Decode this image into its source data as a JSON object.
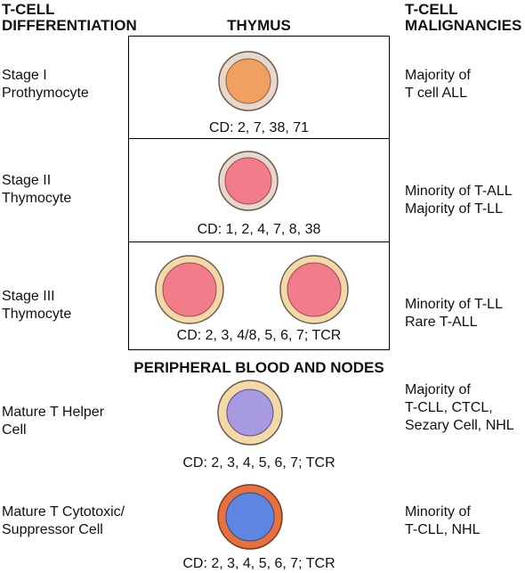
{
  "headers": {
    "left": [
      "T-CELL",
      "DIFFERENTIATION"
    ],
    "center": "THYMUS",
    "right": [
      "T-CELL",
      "MALIGNANCIES"
    ]
  },
  "stages": [
    {
      "name": [
        "Stage I",
        "Prothymocyte"
      ],
      "cd": "CD:  2, 7, 38, 71",
      "malignancies": [
        "Majority of",
        "T cell ALL"
      ],
      "cell_colors": {
        "outer": "#e8d8cc",
        "inner": "#f0a060"
      }
    },
    {
      "name": [
        "Stage II",
        "Thymocyte"
      ],
      "cd": "CD:  1, 2, 4, 7, 8, 38",
      "malignancies": [
        "Minority of T-ALL",
        "Majority of T-LL"
      ],
      "cell_colors": {
        "outer": "#e8d8cc",
        "inner": "#f27c8a"
      }
    },
    {
      "name": [
        "Stage III",
        "Thymocyte"
      ],
      "cd": "CD:  2, 3, 4/8, 5, 6, 7;  TCR",
      "malignancies": [
        "Minority of T-LL",
        "Rare T-ALL"
      ],
      "cell_colors": {
        "outer": "#f2d9a6",
        "inner": "#f27c8a"
      }
    }
  ],
  "peripheral_title": "PERIPHERAL BLOOD AND NODES",
  "peripheral": [
    {
      "name": [
        "Mature T Helper",
        "Cell"
      ],
      "cd": "CD:  2, 3, 4, 5, 6, 7;  TCR",
      "malignancies": [
        "Majority of",
        "T-CLL, CTCL,",
        "Sezary Cell, NHL"
      ],
      "cell_colors": {
        "outer": "#f2d9a6",
        "inner": "#a79ae0"
      }
    },
    {
      "name": [
        "Mature T Cytotoxic/",
        "Suppressor Cell"
      ],
      "cd": "CD:  2, 3, 4, 5, 6, 7;  TCR",
      "malignancies": [
        "Minority of",
        "T-CLL, NHL"
      ],
      "cell_colors": {
        "outer": "#e8703c",
        "inner": "#5f86e0"
      }
    }
  ]
}
